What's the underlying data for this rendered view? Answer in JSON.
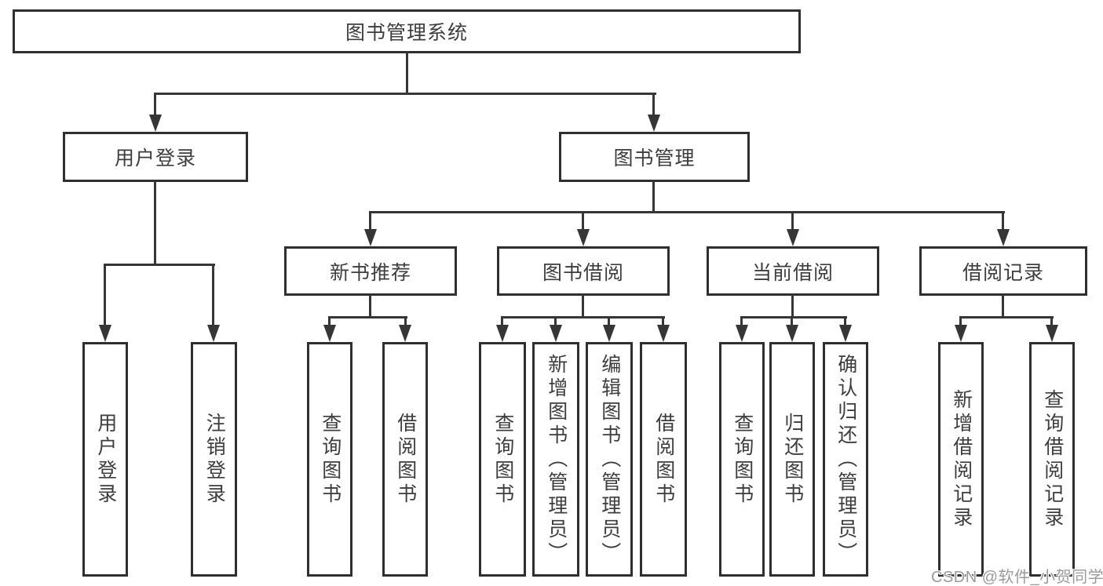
{
  "diagram": {
    "root": {
      "label": "图书管理系统"
    },
    "login": {
      "label": "用户登录",
      "children": [
        {
          "label": "用户登录"
        },
        {
          "label": "注销登录"
        }
      ]
    },
    "management": {
      "label": "图书管理",
      "sections": [
        {
          "label": "新书推荐",
          "children": [
            {
              "label": "查询图书"
            },
            {
              "label": "借阅图书"
            }
          ]
        },
        {
          "label": "图书借阅",
          "children": [
            {
              "label": "查询图书"
            },
            {
              "label": "新增图书（管理员）"
            },
            {
              "label": "编辑图书（管理员）"
            },
            {
              "label": "借阅图书"
            }
          ]
        },
        {
          "label": "当前借阅",
          "children": [
            {
              "label": "查询图书"
            },
            {
              "label": "归还图书"
            },
            {
              "label": "确认归还（管理员）"
            }
          ]
        },
        {
          "label": "借阅记录",
          "children": [
            {
              "label": "新增借阅记录"
            },
            {
              "label": "查询借阅记录"
            }
          ]
        }
      ]
    },
    "watermark": "CSDN @软件_小贺同学",
    "colors": {
      "line": "#363636",
      "border": "#2f2f2f",
      "text": "#3d3d3d",
      "watermark": "#9b9b9b",
      "background": "#ffffff"
    }
  }
}
